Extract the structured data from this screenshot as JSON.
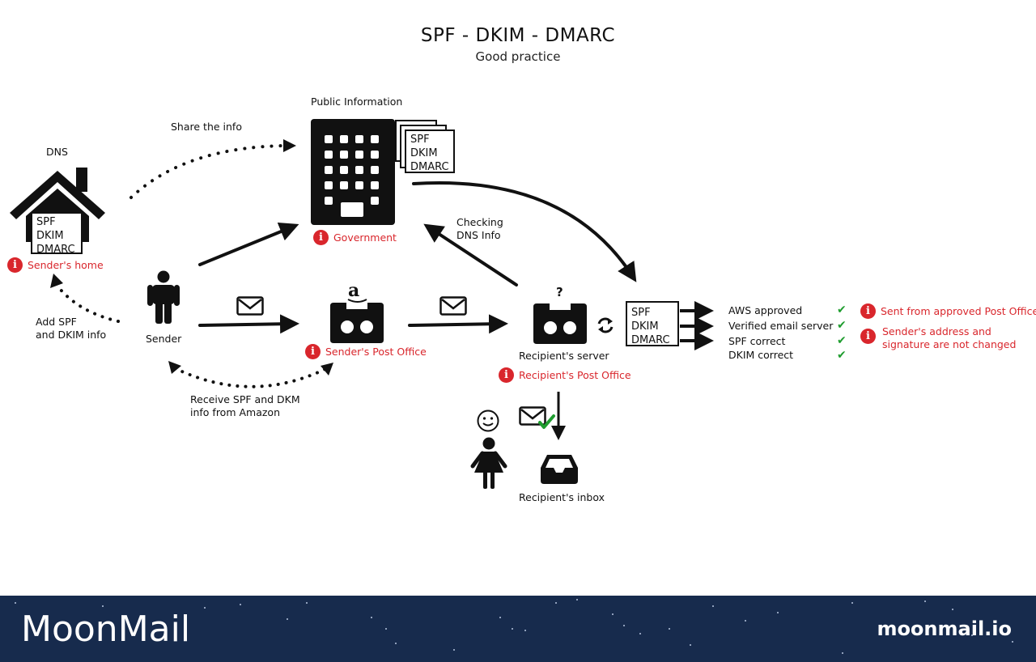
{
  "header": {
    "title": "SPF - DKIM - DMARC",
    "subtitle": "Good practice"
  },
  "nodes": {
    "dns": {
      "label": "DNS",
      "records": [
        "SPF",
        "DKIM",
        "DMARC"
      ],
      "info": "Sender's home"
    },
    "public_info": {
      "label": "Public Information",
      "records": [
        "SPF",
        "DKIM",
        "DMARC"
      ],
      "info": "Government"
    },
    "sender": {
      "label": "Sender"
    },
    "senders_post_office": {
      "badge": "a",
      "info": "Sender's Post Office"
    },
    "recipients_server": {
      "badge": "?",
      "label": "Recipient's server",
      "info": "Recipient's Post Office"
    },
    "check_box": {
      "records": [
        "SPF",
        "DKIM",
        "DMARC"
      ]
    },
    "recipients_inbox": {
      "label": "Recipient's inbox"
    }
  },
  "edges": {
    "share_info": "Share the info",
    "add_info": [
      "Add SPF",
      "and DKIM info"
    ],
    "receive_info": [
      "Receive SPF and DKM",
      "info from Amazon"
    ],
    "checking_dns": [
      "Checking",
      "DNS Info"
    ]
  },
  "checks": [
    {
      "label": "AWS approved",
      "status": "✔"
    },
    {
      "label": "Verified email server",
      "status": "✔"
    },
    {
      "label": "SPF correct",
      "status": "✔"
    },
    {
      "label": "DKIM correct",
      "status": "✔"
    }
  ],
  "notes": [
    {
      "icon": "i",
      "lines": [
        "Sent from approved Post Office"
      ]
    },
    {
      "icon": "i",
      "lines": [
        "Sender's address and",
        "signature are not changed"
      ]
    }
  ],
  "info_icon_glyph": "i",
  "colors": {
    "accent_red": "#d9262c",
    "check_green": "#1f9d2f",
    "footer_bg": "#172b4d"
  },
  "footer": {
    "brand": "MoonMail",
    "site": "moonmail.io"
  }
}
